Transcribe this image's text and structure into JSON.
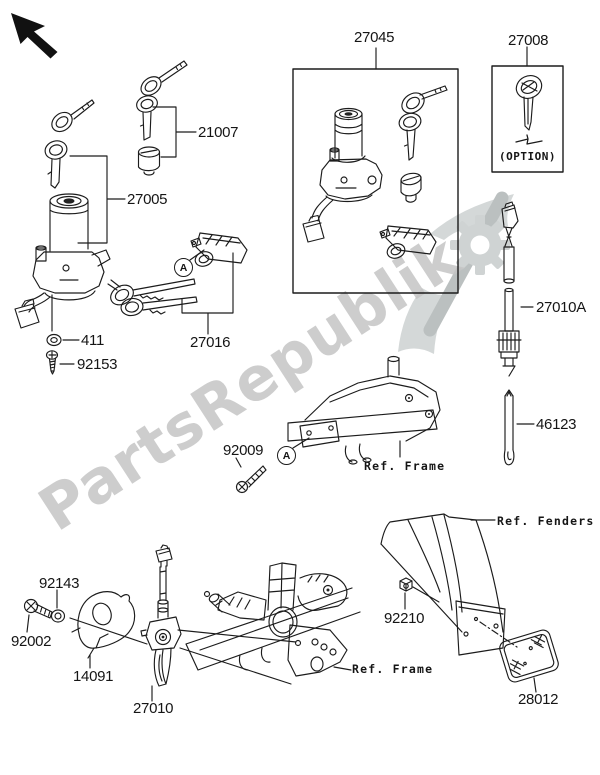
{
  "watermark": {
    "text": "PartsRepublik"
  },
  "callouts": {
    "a1": "A",
    "a2": "A"
  },
  "labels": {
    "k21007": "21007",
    "k27005": "27005",
    "k27045": "27045",
    "k27008": "27008",
    "option": "(OPTION)",
    "k411": "411",
    "k92153": "92153",
    "k27016": "27016",
    "k27010a": "27010A",
    "k46123": "46123",
    "k92009": "92009",
    "refFrameTop": "Ref. Frame",
    "k92143": "92143",
    "k92002": "92002",
    "k14091": "14091",
    "k27010": "27010",
    "refFrameBottom": "Ref. Frame",
    "k92210": "92210",
    "refFenders": "Ref. Fenders",
    "k28012": "28012"
  },
  "colors": {
    "line": "#1c1c1c",
    "watermark_text": "#c5c5c5",
    "watermark_logo": "#c9cfcf",
    "watermark_bar": "#b0b6b6"
  }
}
